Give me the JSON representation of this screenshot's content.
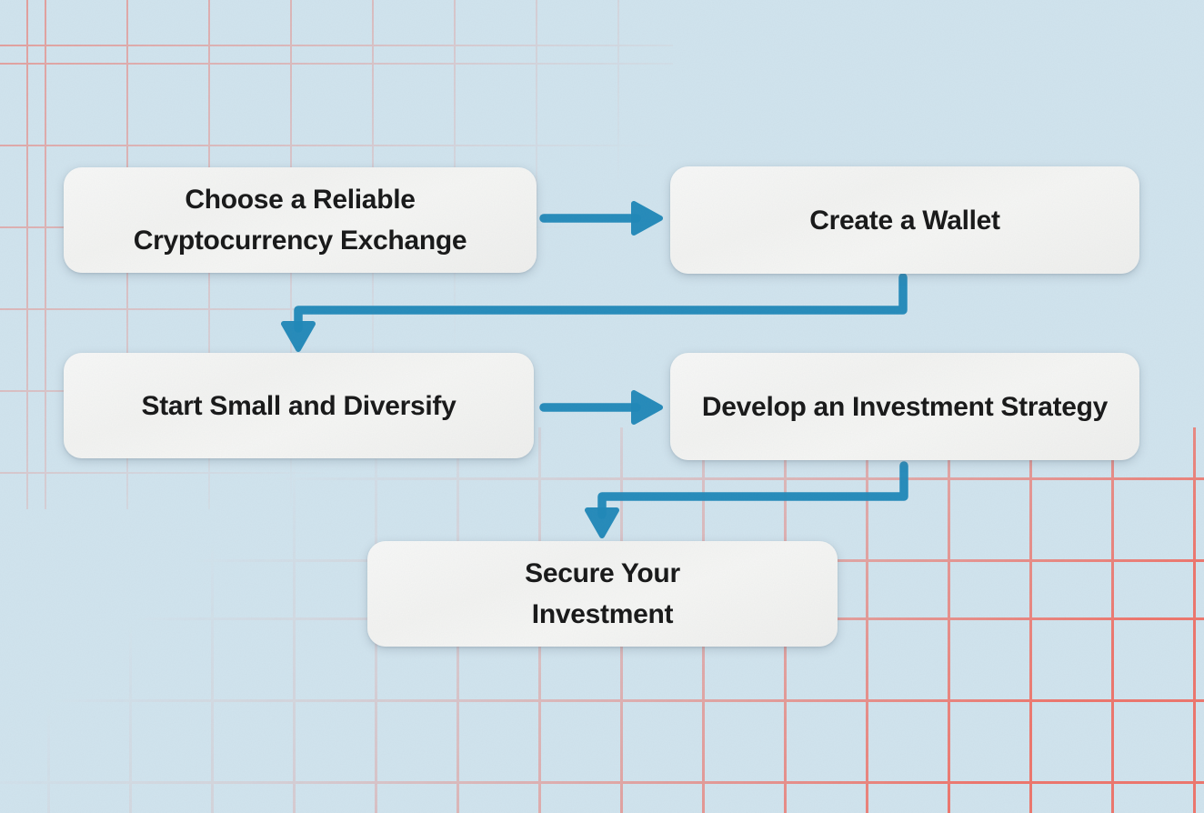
{
  "diagram": {
    "type": "flowchart",
    "nodes": [
      {
        "id": "exchange",
        "label": "Choose a Reliable Cryptocurrency Exchange"
      },
      {
        "id": "wallet",
        "label": "Create a Wallet"
      },
      {
        "id": "start-small",
        "label": "Start Small and Diversify"
      },
      {
        "id": "strategy",
        "label": "Develop an Investment Strategy"
      },
      {
        "id": "secure",
        "label": "Secure Your Investment"
      }
    ],
    "edges": [
      {
        "from": "exchange",
        "to": "wallet",
        "shape": "straight-right-arrow"
      },
      {
        "from": "wallet",
        "to": "start-small",
        "shape": "elbow-down-left-arrow"
      },
      {
        "from": "start-small",
        "to": "strategy",
        "shape": "straight-right-arrow"
      },
      {
        "from": "strategy",
        "to": "secure",
        "shape": "elbow-down-left-arrow"
      }
    ]
  },
  "colors": {
    "background": "#d1e4ee",
    "grid": "#f2695d",
    "arrow": "#1e87b8",
    "node_fill": "#f4f4f2",
    "node_text": "#161616"
  }
}
